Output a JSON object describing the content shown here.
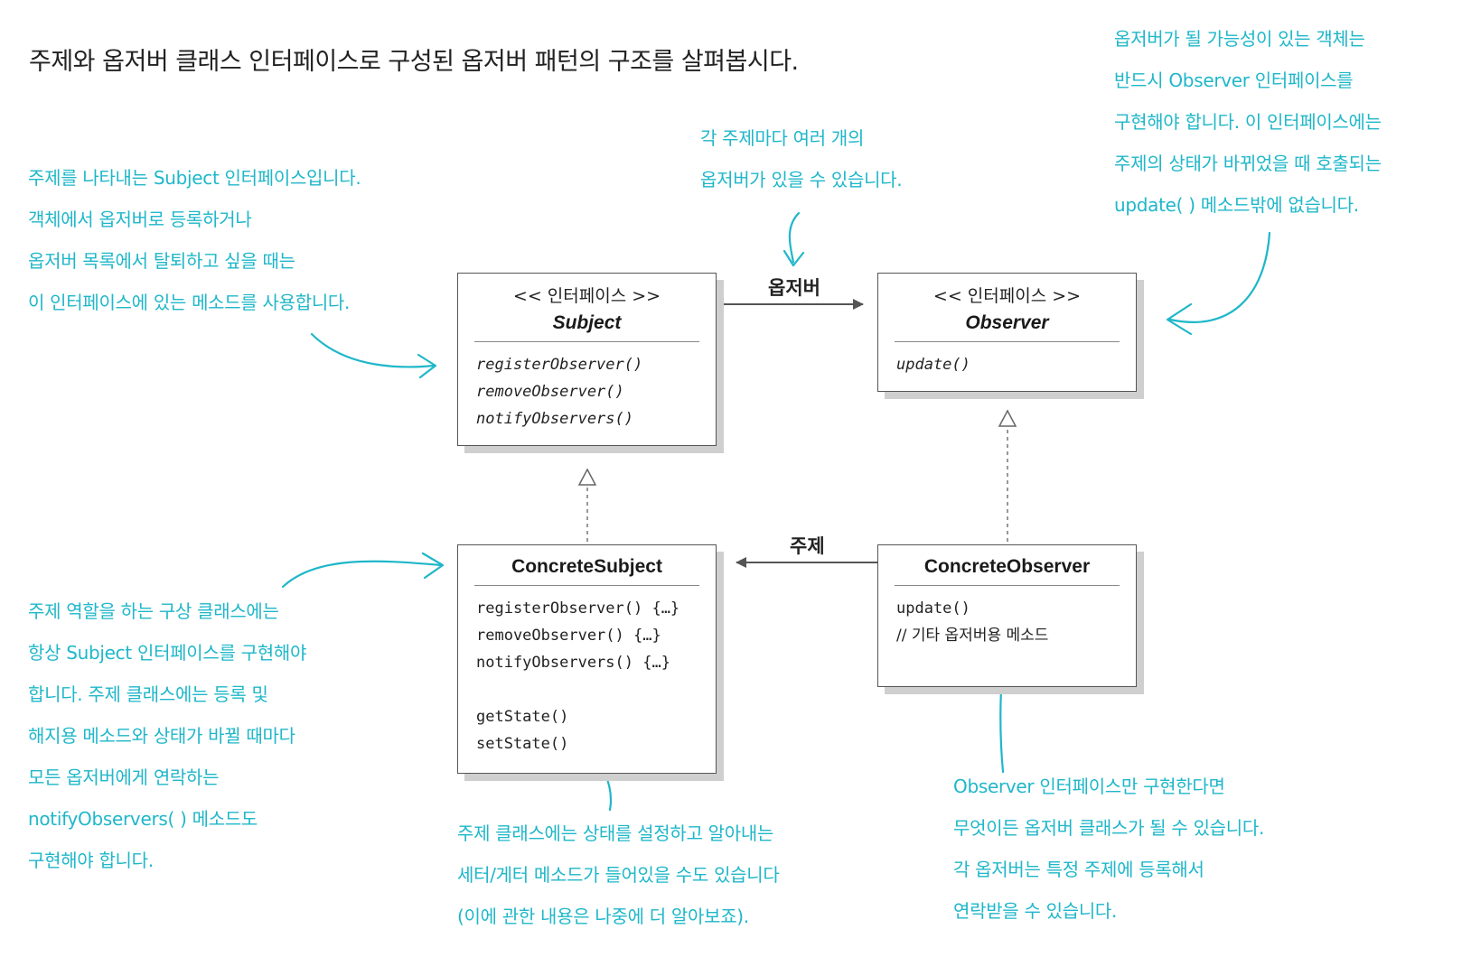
{
  "heading": "주제와 옵저버 클래스 인터페이스로 구성된 옵저버 패턴의 구조를 살펴봅시다.",
  "accent_color": "#1fb7c9",
  "subject_box": {
    "stereotype": "<< 인터페이스 >>",
    "name": "Subject",
    "methods": [
      "registerObserver()",
      "removeObserver()",
      "notifyObservers()"
    ]
  },
  "observer_box": {
    "stereotype": "<< 인터페이스 >>",
    "name": "Observer",
    "methods": [
      "update()"
    ]
  },
  "concrete_subject_box": {
    "name": "ConcreteSubject",
    "methods": [
      "registerObserver() {…}",
      "removeObserver() {…}",
      "notifyObservers() {…}"
    ],
    "methods2": [
      "getState()",
      "setState()"
    ]
  },
  "concrete_observer_box": {
    "name": "ConcreteObserver",
    "methods": [
      "update()",
      "//  기타 옵저버용 메소드"
    ]
  },
  "relations": {
    "observers_label": "옵저버",
    "subject_label": "주제"
  },
  "notes": {
    "subject_interface": [
      "주제를 나타내는 Subject 인터페이스입니다.",
      "객체에서 옵저버로 등록하거나",
      "옵저버 목록에서 탈퇴하고 싶을 때는",
      "이 인터페이스에 있는 메소드를 사용합니다."
    ],
    "many_observers": [
      "각 주제마다 여러 개의",
      "옵저버가 있을 수 있습니다."
    ],
    "observer_interface": [
      "옵저버가 될 가능성이 있는 객체는",
      "반드시 Observer 인터페이스를",
      "구현해야 합니다. 이 인터페이스에는",
      "주제의 상태가 바뀌었을 때 호출되는",
      "update( ) 메소드밖에 없습니다."
    ],
    "concrete_subject": [
      "주제 역할을 하는 구상 클래스에는",
      "항상 Subject 인터페이스를 구현해야",
      "합니다. 주제 클래스에는 등록 및",
      "해지용 메소드와 상태가 바뀔 때마다",
      "모든 옵저버에게 연락하는",
      "notifyObservers( ) 메소드도",
      "구현해야 합니다."
    ],
    "getter_setter": [
      "주제 클래스에는 상태를 설정하고 알아내는",
      "세터/게터 메소드가 들어있을 수도 있습니다",
      "(이에 관한 내용은 나중에 더 알아보죠)."
    ],
    "concrete_observer": [
      "Observer 인터페이스만 구현한다면",
      "무엇이든 옵저버 클래스가 될 수 있습니다.",
      "각 옵저버는 특정 주제에 등록해서",
      "연락받을 수 있습니다."
    ]
  }
}
